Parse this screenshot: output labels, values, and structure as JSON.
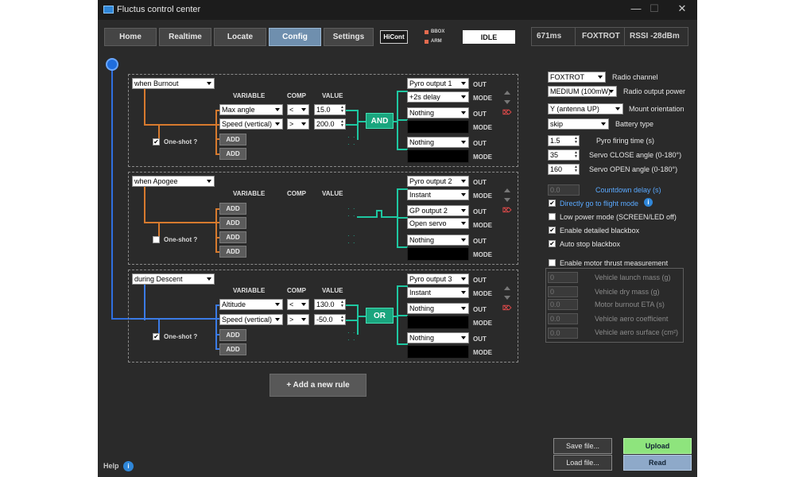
{
  "window": {
    "title": "Fluctus control center",
    "min": "—",
    "max": "☐",
    "close": "✕"
  },
  "tabs": [
    "Home",
    "Realtime",
    "Locate",
    "Config",
    "Settings"
  ],
  "active_tab": "Config",
  "hicont": "HiCont",
  "leds": {
    "bbox": "BBOX",
    "arm": "ARM",
    "color": "#e36b4f"
  },
  "state": "IDLE",
  "status": {
    "latency": "671ms",
    "callsign": "FOXTROT",
    "rssi": "RSSI -28dBm"
  },
  "headers": {
    "variable": "VARIABLE",
    "comp": "COMP",
    "value": "VALUE",
    "out": "OUT",
    "mode": "MODE"
  },
  "add_label": "ADD",
  "oneshot_label": "One-shot ?",
  "rules": [
    {
      "trigger": "when Burnout",
      "oneshot": true,
      "conditions": [
        {
          "variable": "Max angle",
          "comp": "<",
          "value": "15.0"
        },
        {
          "variable": "Speed (vertical)",
          "comp": ">",
          "value": "200.0"
        }
      ],
      "logic": "AND",
      "outputs": [
        {
          "out": "Pyro output 1",
          "mode": "+2s delay"
        },
        {
          "out": "Nothing",
          "mode": ""
        },
        {
          "out": "Nothing",
          "mode": ""
        }
      ]
    },
    {
      "trigger": "when Apogee",
      "oneshot": false,
      "conditions": [],
      "logic": "",
      "outputs": [
        {
          "out": "Pyro output 2",
          "mode": "Instant"
        },
        {
          "out": "GP output 2",
          "mode": "Open servo"
        },
        {
          "out": "Nothing",
          "mode": ""
        }
      ]
    },
    {
      "trigger": "during Descent",
      "oneshot": true,
      "conditions": [
        {
          "variable": "Altitude",
          "comp": "<",
          "value": "130.0"
        },
        {
          "variable": "Speed (vertical)",
          "comp": ">",
          "value": "-50.0"
        }
      ],
      "logic": "OR",
      "outputs": [
        {
          "out": "Pyro output 3",
          "mode": "Instant"
        },
        {
          "out": "Nothing",
          "mode": ""
        },
        {
          "out": "Nothing",
          "mode": ""
        }
      ]
    }
  ],
  "add_rule": "+ Add a new rule",
  "settings": {
    "radio_channel": {
      "value": "FOXTROT",
      "label": "Radio channel"
    },
    "radio_power": {
      "value": "MEDIUM (100mW)",
      "label": "Radio output power"
    },
    "mount": {
      "value": "Y (antenna UP)",
      "label": "Mount orientation"
    },
    "battery": {
      "value": "skip",
      "label": "Battery type"
    },
    "pyro_time": {
      "value": "1.5",
      "label": "Pyro firing time (s)"
    },
    "servo_close": {
      "value": "35",
      "label": "Servo CLOSE angle (0-180°)"
    },
    "servo_open": {
      "value": "160",
      "label": "Servo OPEN angle (0-180°)"
    },
    "countdown": {
      "value": "0.0",
      "label": "Countdown delay (s)"
    },
    "flight_mode": {
      "checked": true,
      "label": "Directly go to flight mode"
    },
    "low_power": {
      "checked": false,
      "label": "Low power mode (SCREEN/LED off)"
    },
    "blackbox": {
      "checked": true,
      "label": "Enable detailed blackbox"
    },
    "auto_stop": {
      "checked": true,
      "label": "Auto stop blackbox"
    },
    "motor_thrust": {
      "checked": false,
      "label": "Enable motor thrust measurement"
    },
    "launch_mass": {
      "value": "0",
      "label": "Vehicle launch mass (g)"
    },
    "dry_mass": {
      "value": "0",
      "label": "Vehicle dry mass (g)"
    },
    "burnout_eta": {
      "value": "0.0",
      "label": "Motor burnout ETA (s)"
    },
    "aero_coef": {
      "value": "0.0",
      "label": "Vehicle aero coefficient"
    },
    "aero_surface": {
      "value": "0.0",
      "label": "Vehicle aero surface (cm²)"
    }
  },
  "buttons": {
    "save": "Save file...",
    "load": "Load file...",
    "upload": "Upload",
    "read": "Read"
  },
  "help": "Help",
  "info_glyph": "i",
  "remove_glyph": "⌫"
}
